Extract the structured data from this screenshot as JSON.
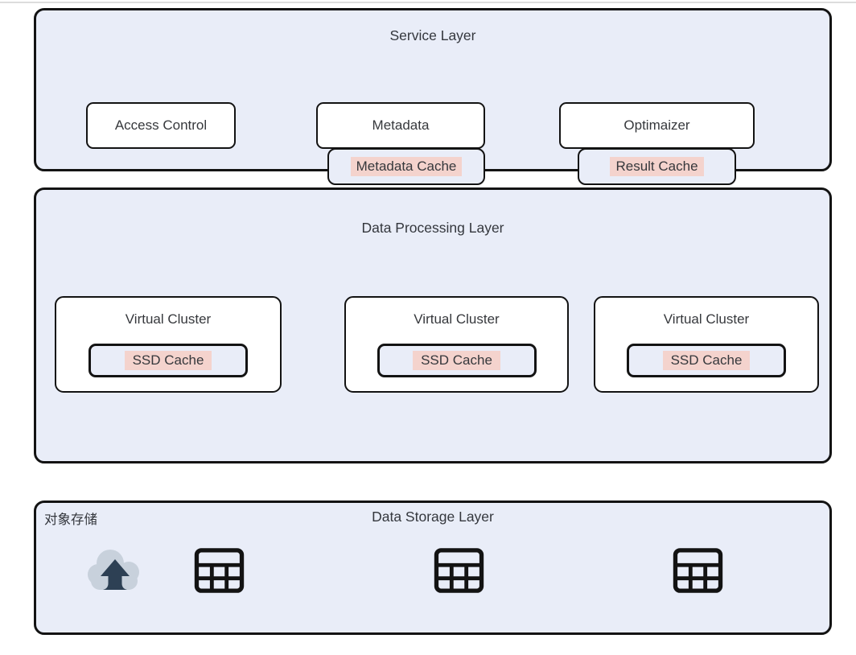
{
  "colors": {
    "layer_background": "#e9edf8",
    "box_border": "#131313",
    "node_background": "#ffffff",
    "highlight_pink": "#f4d3cd",
    "text": "#34373d",
    "cloud_gray": "#c8d1dc",
    "arrow_navy": "#2d4054",
    "top_rule": "#dcdcdc"
  },
  "diagram": {
    "service_layer": {
      "title": "Service Layer",
      "nodes": [
        {
          "label": "Access Control"
        },
        {
          "label": "Metadata"
        },
        {
          "label": "Optimaizer"
        }
      ],
      "caches": [
        {
          "label": "Metadata Cache"
        },
        {
          "label": "Result Cache"
        }
      ]
    },
    "processing_layer": {
      "title": "Data Processing Layer",
      "clusters": [
        {
          "label": "Virtual Cluster",
          "cache_label": "SSD Cache"
        },
        {
          "label": "Virtual Cluster",
          "cache_label": "SSD Cache"
        },
        {
          "label": "Virtual Cluster",
          "cache_label": "SSD Cache"
        }
      ]
    },
    "storage_layer": {
      "title": "Data Storage Layer",
      "corner_label": "对象存储",
      "icons": [
        {
          "name": "cloud-upload-icon"
        },
        {
          "name": "table-icon"
        },
        {
          "name": "table-icon"
        },
        {
          "name": "table-icon"
        }
      ]
    }
  }
}
